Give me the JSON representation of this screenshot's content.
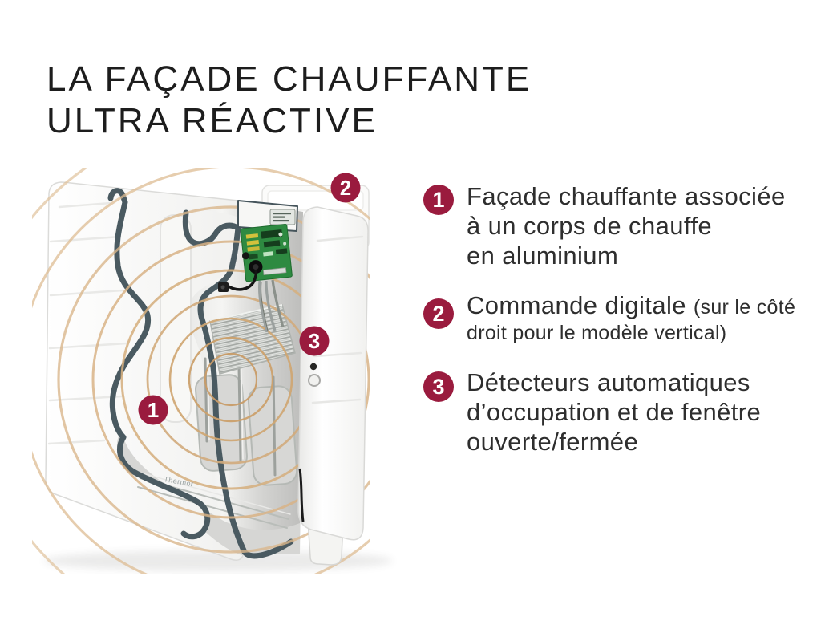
{
  "title": {
    "line1": "LA FAÇADE CHAUFFANTE",
    "line2": "ULTRA RÉACTIVE"
  },
  "colors": {
    "accent_badge": "#9a1b3e",
    "title_text": "#1d1d1d",
    "body_text": "#2e2e2e",
    "heat_wave": "#d2ab7c",
    "cut_edge": "#4a5a61",
    "pcb_green": "#2e8a41"
  },
  "diagram": {
    "brand": "Thermor",
    "callouts": [
      "1",
      "2",
      "3"
    ]
  },
  "legend": {
    "items": [
      {
        "number": "1",
        "lines": [
          "Façade chauffante associée",
          "à un corps de chauffe",
          "en aluminium"
        ]
      },
      {
        "number": "2",
        "main": "Commande digitale",
        "note_start": "(sur le côté",
        "note_end": "droit pour le modèle vertical)"
      },
      {
        "number": "3",
        "lines": [
          "Détecteurs automatiques",
          "d’occupation et de fenêtre",
          "ouverte/fermée"
        ]
      }
    ]
  }
}
